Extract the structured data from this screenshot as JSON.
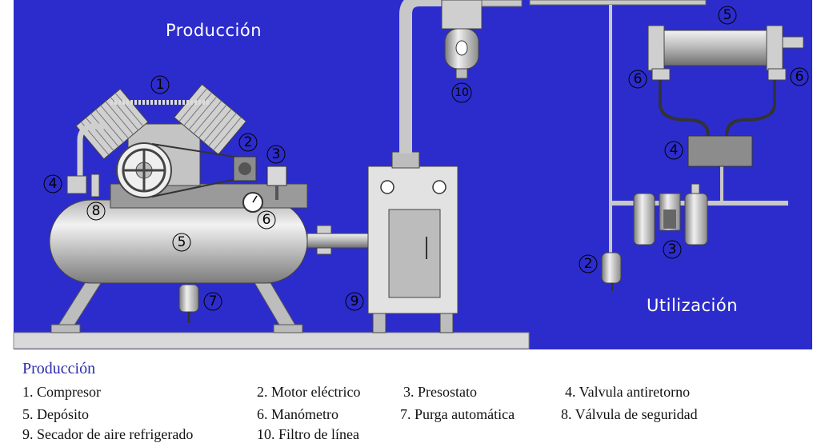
{
  "diagram": {
    "labels": {
      "production": "Producción",
      "utilization": "Utilización"
    },
    "callouts": {
      "compressor": "1",
      "motor": "2",
      "pressure_switch": "3",
      "check_valve": "4",
      "tank": "5",
      "gauge": "6",
      "drain": "7",
      "safety_valve": "8",
      "dryer": "9",
      "line_filter": "10",
      "u_cylinder": "5",
      "u_valve_left": "6",
      "u_valve_right": "6",
      "u_control_valve": "4",
      "u_frl_unit": "3",
      "u_drain": "2"
    },
    "colors": {
      "background": "#2c2ccc",
      "metal": "#c8c8c8",
      "floor": "#d9d9d9"
    }
  },
  "legend": {
    "title": "Producción",
    "items": [
      "1. Compresor",
      "2. Motor eléctrico",
      "3. Presostato",
      "4. Valvula antiretorno",
      "5. Depósito",
      "6. Manómetro",
      "7. Purga automática",
      "8. Válvula de seguridad",
      "9. Secador de aire refrigerado",
      "10. Filtro de línea"
    ]
  }
}
